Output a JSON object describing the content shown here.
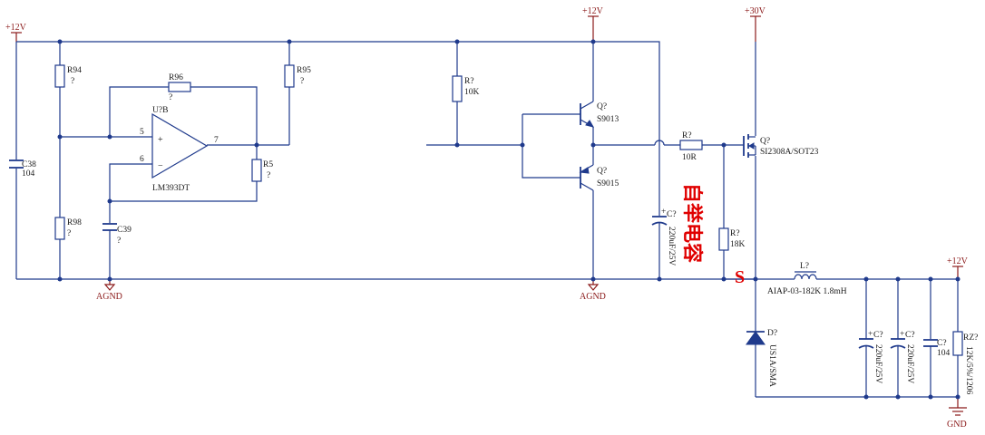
{
  "power": {
    "vcc12_left": "+12V",
    "vcc12_mid": "+12V",
    "vcc30": "+30V",
    "vcc12_right": "+12V",
    "agnd_1": "AGND",
    "agnd_2": "AGND",
    "gnd": "GND"
  },
  "components": {
    "r94": {
      "ref": "R94",
      "value": "?"
    },
    "r95": {
      "ref": "R95",
      "value": "?"
    },
    "r96": {
      "ref": "R96",
      "value": "?"
    },
    "r98": {
      "ref": "R98",
      "value": "?"
    },
    "r5": {
      "ref": "R5",
      "value": "?"
    },
    "c38": {
      "ref": "C38",
      "value": "104"
    },
    "c39": {
      "ref": "C39",
      "value": "?"
    },
    "u7b": {
      "ref": "U?B",
      "part": "LM393DT",
      "pin5": "5",
      "pin6": "6",
      "pin7": "7",
      "plus": "+",
      "minus": "−"
    },
    "r10k": {
      "ref": "R?",
      "value": "10K"
    },
    "q1": {
      "ref": "Q?",
      "part": "S9013"
    },
    "q2": {
      "ref": "Q?",
      "part": "S9015"
    },
    "r10r": {
      "ref": "R?",
      "value": "10R"
    },
    "r18k": {
      "ref": "R?",
      "value": "18K"
    },
    "c_boot": {
      "ref": "C?",
      "value": "220uF/25V",
      "polarity": "+"
    },
    "q_mos": {
      "ref": "Q?",
      "part": "SI2308A/SOT23"
    },
    "l1": {
      "ref": "L?",
      "part": "AIAP-03-182K 1.8mH"
    },
    "d1": {
      "ref": "D?",
      "part": "US1A/SMA"
    },
    "c_out1": {
      "ref": "C?",
      "value": "220uF/25V",
      "polarity": "+"
    },
    "c_out2": {
      "ref": "C?",
      "value": "220uF/25V",
      "polarity": "+"
    },
    "c_out3": {
      "ref": "C?",
      "value": "104"
    },
    "rz": {
      "ref": "RZ?",
      "value": "12K/5%/1206"
    }
  },
  "annotations": {
    "bootstrap_cap": "自举电容",
    "node_s": "S"
  }
}
